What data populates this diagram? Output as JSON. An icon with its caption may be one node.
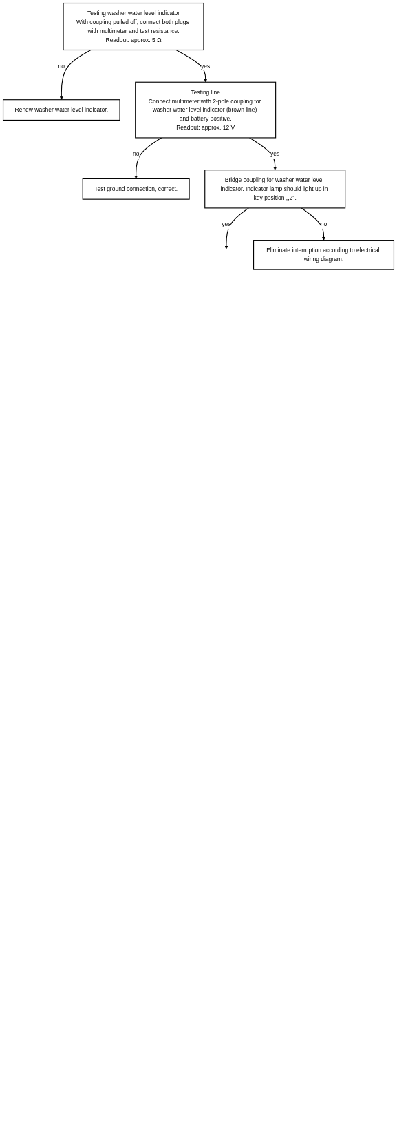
{
  "diagram": {
    "nodes": [
      {
        "text": [
          "Testing washer water level indicator",
          "With coupling pulled off, connect both plugs with multimeter and test resistance.",
          "Readout: approx. 5 Ω"
        ]
      },
      {
        "text": [
          "Renew washer water level indicator."
        ]
      },
      {
        "text": [
          "Testing line",
          "Connect multimeter with 2-pole coupling for washer water level indicator (brown line) and battery positive.",
          "Readout: approx. 12 V"
        ]
      },
      {
        "text": [
          "Test ground connection, correct."
        ]
      },
      {
        "text": [
          "Bridge coupling for washer water level indicator. Indicator lamp should light up in key position ,,2''."
        ]
      },
      {
        "text": [
          "Eliminate interruption according to electrical wiring diagram."
        ]
      }
    ],
    "edges": [
      {
        "from": 0,
        "to": 2,
        "label": "yes",
        "arrow": "to"
      },
      {
        "from": 0,
        "to": 1,
        "label": "no",
        "arrow": "to"
      },
      {
        "from": 2,
        "to": 4,
        "label": "yes",
        "arrow": "to"
      },
      {
        "from": 2,
        "to": 3,
        "label": "no",
        "arrow": "to"
      },
      {
        "from": 4,
        "to": null,
        "label": "yes",
        "arrow": "to"
      },
      {
        "from": 4,
        "to": 5,
        "label": "no",
        "arrow": "to"
      }
    ]
  }
}
